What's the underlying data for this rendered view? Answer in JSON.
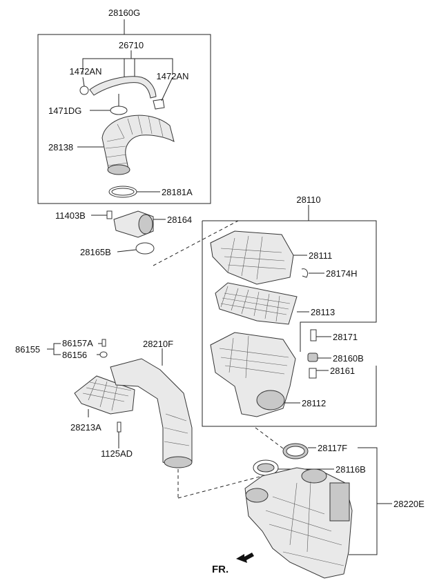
{
  "labels": {
    "l28160G": "28160G",
    "l26710": "26710",
    "l1472AN_a": "1472AN",
    "l1472AN_b": "1472AN",
    "l1471DG": "1471DG",
    "l28138": "28138",
    "l28181A": "28181A",
    "l11403B": "11403B",
    "l28164": "28164",
    "l28165B": "28165B",
    "l28110": "28110",
    "l28111": "28111",
    "l28174H": "28174H",
    "l28113": "28113",
    "l28171": "28171",
    "l28160B": "28160B",
    "l28161": "28161",
    "l28112": "28112",
    "l86155": "86155",
    "l86157A": "86157A",
    "l86156": "86156",
    "l28210F": "28210F",
    "l28213A": "28213A",
    "l1125AD": "1125AD",
    "l28117F": "28117F",
    "l28116B": "28116B",
    "l28220E": "28220E",
    "fr": "FR."
  },
  "colors": {
    "line": "#222222",
    "part_fill": "#e9e9e9",
    "part_dark": "#c8c8c8"
  }
}
